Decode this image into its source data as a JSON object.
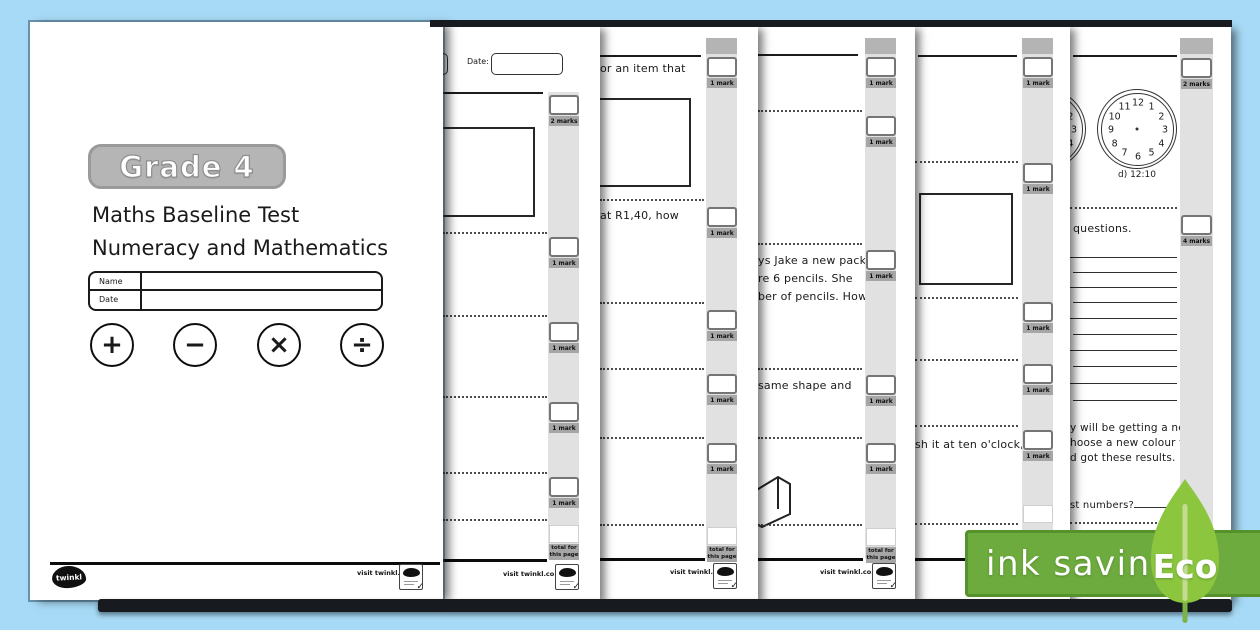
{
  "colors": {
    "background": "#a7daf6",
    "banner_green": "#6dab3e",
    "leaf_green": "#8cc63f",
    "badge_gray": "#b5b5b5"
  },
  "cover": {
    "grade_badge": "Grade 4",
    "title": "Maths Baseline Test",
    "subtitle": "Numeracy and Mathematics",
    "name_label": "Name",
    "date_label": "Date",
    "operators": [
      "+",
      "−",
      "×",
      "÷"
    ]
  },
  "sheets": {
    "s2": {
      "date_label": "Date:",
      "marks": [
        "2 marks",
        "1 mark",
        "1 mark",
        "1 mark",
        "1 mark"
      ]
    },
    "s3": {
      "text1": "or an item that",
      "text2": "at R1,40, how",
      "marks": [
        "1 mark",
        "1 mark",
        "1 mark",
        "1 mark",
        "1 mark"
      ]
    },
    "s4": {
      "para": [
        "ys Jake a new pack",
        "re 6 pencils.  She",
        "ber of pencils.  How"
      ],
      "text1": "same shape and",
      "marks": [
        "1 mark",
        "1 mark",
        "1 mark",
        "1 mark",
        "1 mark"
      ]
    },
    "s5": {
      "text1": "sh it at ten o'clock,",
      "marks": [
        "1 mark",
        "1 mark",
        "1 mark",
        "1 mark",
        "1 mark"
      ]
    },
    "s6": {
      "clock_caption": "d) 12:10",
      "clock_numbers": [
        "1",
        "2",
        "3",
        "4",
        "5",
        "6",
        "7",
        "8",
        "9",
        "10",
        "11",
        "12"
      ],
      "text1": "questions.",
      "para": [
        "y will be getting a new",
        "hoose a new colour for",
        "d got these results."
      ],
      "text2": "st numbers?",
      "marks": [
        "2 marks",
        "4 marks"
      ]
    }
  },
  "footer": {
    "brand": "twinkl",
    "visit": "visit twinkl.co.za",
    "total_label": "total for this page"
  },
  "eco": {
    "banner": "ink saving",
    "leaf": "Eco"
  }
}
